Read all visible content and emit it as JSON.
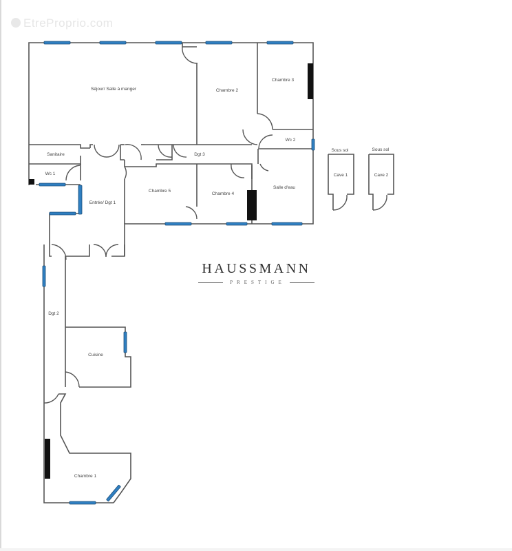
{
  "watermark": {
    "text": "EtreProprio.com",
    "icon": "registered-circle-icon"
  },
  "logo": {
    "title": "HAUSSMANN",
    "subtitle": "PRESTIGE"
  },
  "rooms": {
    "sejour": "Séjour/ Salle à manger",
    "chambre2": "Chambre 2",
    "chambre3": "Chambre 3",
    "wc2": "Wc 2",
    "sanitaire": "Sanitaire",
    "wc1": "Wc 1",
    "dgt3": "Dgt 3",
    "entree": "Entrée/ Dgt 1",
    "chambre5": "Chambre 5",
    "chambre4": "Chambre 4",
    "salle_eau": "Salle d'eau",
    "dgt2": "Dgt 2",
    "cuisine": "Cuisine",
    "chambre1": "Chambre 1",
    "cave1": "Cave 1",
    "cave2": "Cave 2",
    "sous_sol_1": "Sous sol",
    "sous_sol_2": "Sous sol"
  },
  "colors": {
    "wall": "#555555",
    "window": "#2f7fc1",
    "radiator": "#111111"
  }
}
